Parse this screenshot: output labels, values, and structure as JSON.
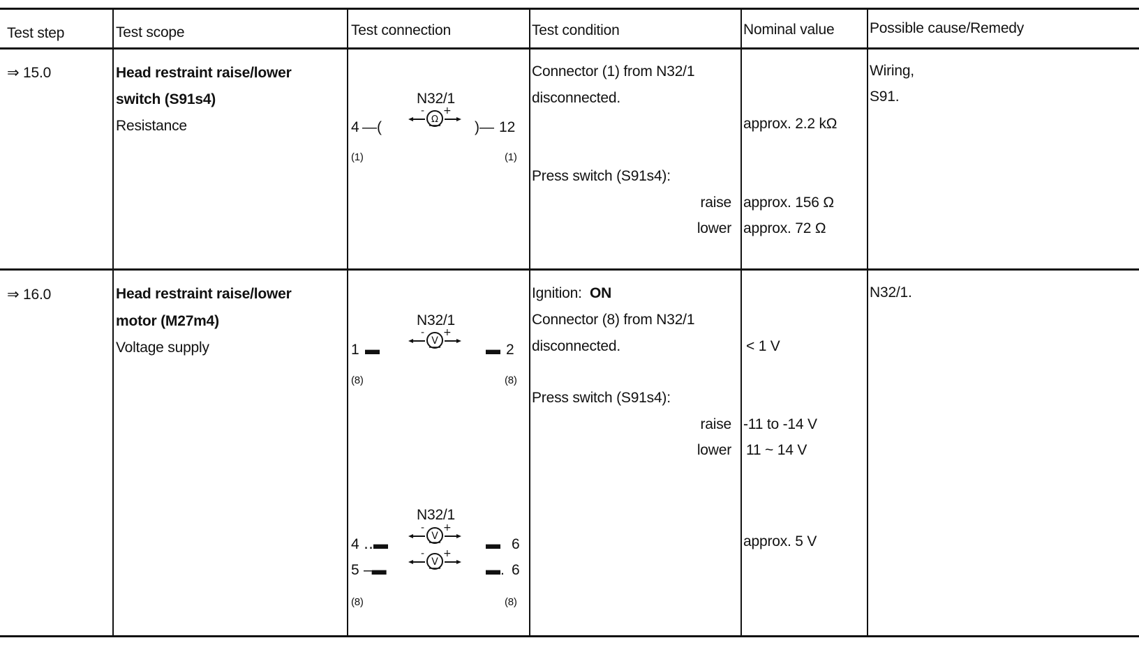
{
  "headers": {
    "test_step": "Test step",
    "test_scope": "Test scope",
    "test_connection": "Test connection",
    "test_condition": "Test condition",
    "nominal_value": "Nominal value",
    "possible_cause": "Possible cause/Remedy"
  },
  "row15": {
    "step": "⇒ 15.0",
    "scope_title_1": "Head restraint raise/lower",
    "scope_title_2": "switch (S91s4)",
    "scope_sub": "Resistance",
    "conn": {
      "module": "N32/1",
      "meter_symbol": "Ω",
      "left_pin": "4",
      "right_pin": "12",
      "left_conn": "(1)",
      "right_conn": "(1)"
    },
    "cond_1": "Connector (1) from N32/1",
    "cond_2": "disconnected.",
    "cond_3": "Press switch (S91s4):",
    "cond_raise": "raise",
    "cond_lower": "lower",
    "nom_1": "approx. 2.2 kΩ",
    "nom_raise": "approx. 156 Ω",
    "nom_lower": "approx. 72 Ω",
    "cause_1": "Wiring,",
    "cause_2": "S91."
  },
  "row16": {
    "step": "⇒ 16.0",
    "scope_title_1": "Head restraint raise/lower",
    "scope_title_2": "motor (M27m4)",
    "scope_sub": "Voltage supply",
    "conn_a": {
      "module": "N32/1",
      "meter_symbol": "V",
      "left_pin": "1",
      "right_pin": "2",
      "left_conn": "(8)",
      "right_conn": "(8)"
    },
    "conn_b": {
      "module": "N32/1",
      "meter_symbol": "V",
      "left_pin_1": "4",
      "right_pin_1": "6",
      "left_pin_2": "5",
      "right_pin_2": "6",
      "left_conn": "(8)",
      "right_conn": "(8)"
    },
    "cond_ign_label": "Ignition:",
    "cond_ign_value": "ON",
    "cond_1": "Connector (8) from N32/1",
    "cond_2": "disconnected.",
    "cond_3": "Press switch (S91s4):",
    "cond_raise": "raise",
    "cond_lower": "lower",
    "nom_1": "< 1 V",
    "nom_raise": "-11 to -14 V",
    "nom_lower": "11 ~ 14 V",
    "nom_b": "approx. 5 V",
    "cause_1": "N32/1."
  }
}
